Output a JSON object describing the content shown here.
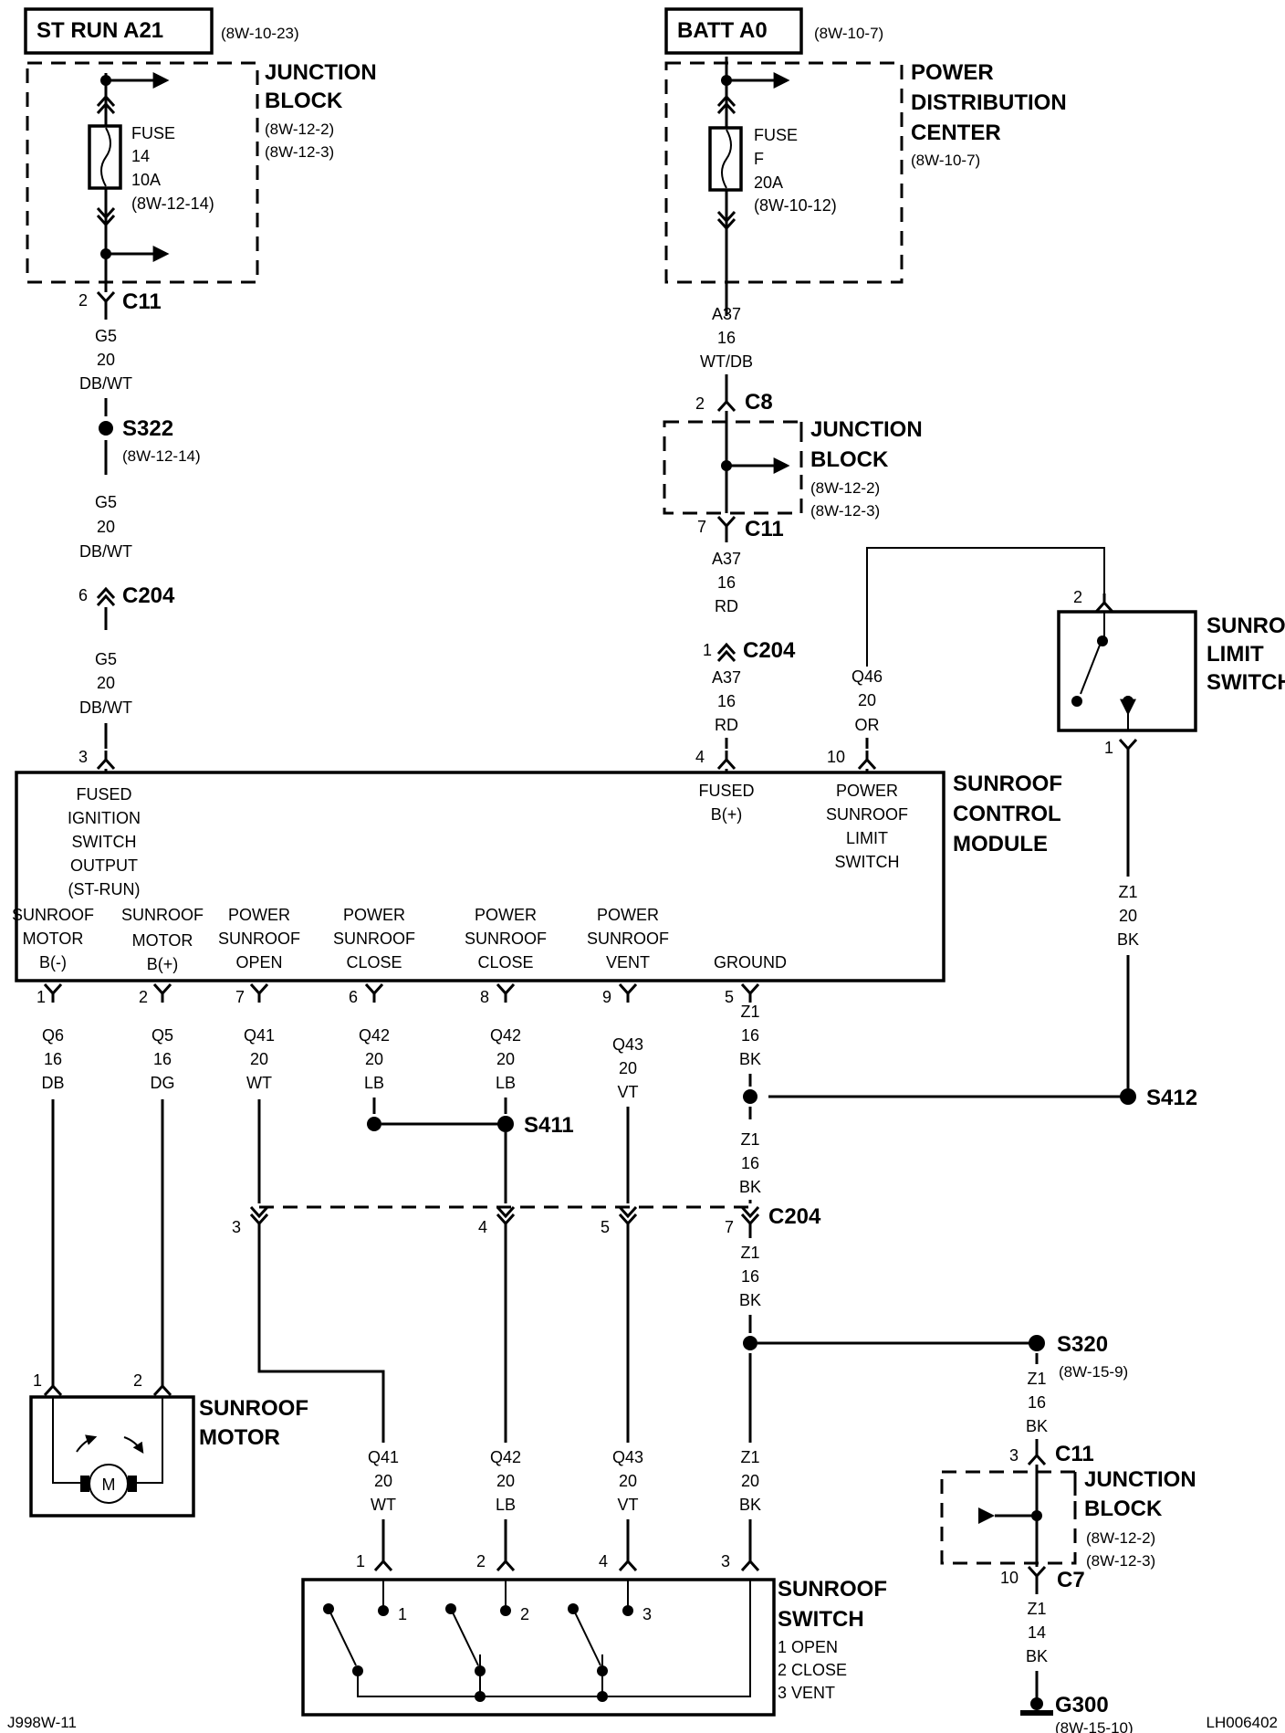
{
  "sources": {
    "st_run": {
      "label": "ST RUN A21",
      "ref": "(8W-10-23)"
    },
    "batt": {
      "label": "BATT A0",
      "ref": "(8W-10-7)"
    }
  },
  "junction_block_top": {
    "title1": "JUNCTION",
    "title2": "BLOCK",
    "ref1": "(8W-12-2)",
    "ref2": "(8W-12-3)",
    "fuse": [
      "FUSE",
      "14",
      "10A",
      "(8W-12-14)"
    ]
  },
  "pdc": {
    "title1": "POWER",
    "title2": "DISTRIBUTION",
    "title3": "CENTER",
    "ref": "(8W-10-7)",
    "fuse": [
      "FUSE",
      "F",
      "20A",
      "(8W-10-12)"
    ]
  },
  "junction_block_mid": {
    "title1": "JUNCTION",
    "title2": "BLOCK",
    "ref1": "(8W-12-2)",
    "ref2": "(8W-12-3)"
  },
  "junction_block_bottom": {
    "title1": "JUNCTION",
    "title2": "BLOCK",
    "ref1": "(8W-12-2)",
    "ref2": "(8W-12-3)"
  },
  "connectors": {
    "c11_left": {
      "pin": "2",
      "name": "C11"
    },
    "c204_left": {
      "pin": "6",
      "name": "C204"
    },
    "c8": {
      "pin": "2",
      "name": "C8"
    },
    "c11_mid": {
      "pin": "7",
      "name": "C11"
    },
    "c204_mid": {
      "pin": "1",
      "name": "C204"
    },
    "c204_low": {
      "pins": [
        "3",
        "4",
        "5",
        "7"
      ],
      "name": "C204"
    },
    "c11_bottom": {
      "pin": "3",
      "name": "C11"
    },
    "c7": {
      "pin": "10",
      "name": "C7"
    }
  },
  "splices": {
    "s322": {
      "name": "S322",
      "ref": "(8W-12-14)"
    },
    "s411": {
      "name": "S411"
    },
    "s412": {
      "name": "S412"
    },
    "s320": {
      "name": "S320",
      "ref": "(8W-15-9)"
    },
    "g300": {
      "name": "G300",
      "ref": "(8W-15-10)"
    }
  },
  "wires": {
    "g5_a": [
      "G5",
      "20",
      "DB/WT"
    ],
    "g5_b": [
      "G5",
      "20",
      "DB/WT"
    ],
    "g5_c": [
      "G5",
      "20",
      "DB/WT"
    ],
    "a37_a": [
      "A37",
      "16",
      "WT/DB"
    ],
    "a37_b": [
      "A37",
      "16",
      "RD"
    ],
    "a37_c": [
      "A37",
      "16",
      "RD"
    ],
    "q46": [
      "Q46",
      "20",
      "OR"
    ],
    "z1_limit": [
      "Z1",
      "20",
      "BK"
    ],
    "q6": [
      "Q6",
      "16",
      "DB"
    ],
    "q5": [
      "Q5",
      "16",
      "DG"
    ],
    "q41_a": [
      "Q41",
      "20",
      "WT"
    ],
    "q42_a": [
      "Q42",
      "20",
      "LB"
    ],
    "q42_b": [
      "Q42",
      "20",
      "LB"
    ],
    "q43_a": [
      "Q43",
      "20",
      "VT"
    ],
    "z1_a": [
      "Z1",
      "16",
      "BK"
    ],
    "z1_b": [
      "Z1",
      "16",
      "BK"
    ],
    "z1_c": [
      "Z1",
      "16",
      "BK"
    ],
    "q41_b": [
      "Q41",
      "20",
      "WT"
    ],
    "q42_c": [
      "Q42",
      "20",
      "LB"
    ],
    "q43_b": [
      "Q43",
      "20",
      "VT"
    ],
    "z1_d": [
      "Z1",
      "20",
      "BK"
    ],
    "z1_e": [
      "Z1",
      "16",
      "BK"
    ],
    "z1_f": [
      "Z1",
      "14",
      "BK"
    ]
  },
  "module": {
    "title": [
      "SUNROOF",
      "CONTROL",
      "MODULE"
    ],
    "top_pins": [
      {
        "pin": "3",
        "lines": [
          "FUSED",
          "IGNITION",
          "SWITCH",
          "OUTPUT",
          "(ST-RUN)"
        ]
      },
      {
        "pin": "4",
        "lines": [
          "FUSED",
          "B(+)"
        ]
      },
      {
        "pin": "10",
        "lines": [
          "POWER",
          "SUNROOF",
          "LIMIT",
          "SWITCH"
        ]
      }
    ],
    "bottom_pins": [
      {
        "pin": "1",
        "lines": [
          "SUNROOF",
          "MOTOR",
          "B(-)"
        ]
      },
      {
        "pin": "2",
        "lines": [
          "SUNROOF",
          "MOTOR",
          "B(+)"
        ]
      },
      {
        "pin": "7",
        "lines": [
          "POWER",
          "SUNROOF",
          "OPEN"
        ]
      },
      {
        "pin": "6",
        "lines": [
          "POWER",
          "SUNROOF",
          "CLOSE"
        ]
      },
      {
        "pin": "8",
        "lines": [
          "POWER",
          "SUNROOF",
          "CLOSE"
        ]
      },
      {
        "pin": "9",
        "lines": [
          "POWER",
          "SUNROOF",
          "VENT"
        ]
      },
      {
        "pin": "5",
        "lines": [
          "GROUND"
        ]
      }
    ]
  },
  "limit_switch": {
    "title": [
      "SUNROOF",
      "LIMIT",
      "SWITCH"
    ],
    "pin_top": "2",
    "pin_bottom": "1"
  },
  "motor": {
    "title": [
      "SUNROOF",
      "MOTOR"
    ],
    "pins": [
      "1",
      "2"
    ],
    "symbol": "M"
  },
  "sunroof_switch": {
    "title": [
      "SUNROOF",
      "SWITCH"
    ],
    "legend": [
      "1 OPEN",
      "2 CLOSE",
      "3 VENT"
    ],
    "pins": [
      "1",
      "2",
      "4",
      "3"
    ],
    "contacts": [
      "1",
      "2",
      "3"
    ]
  },
  "footer": {
    "left": "J998W-11",
    "right": "LH006402"
  }
}
